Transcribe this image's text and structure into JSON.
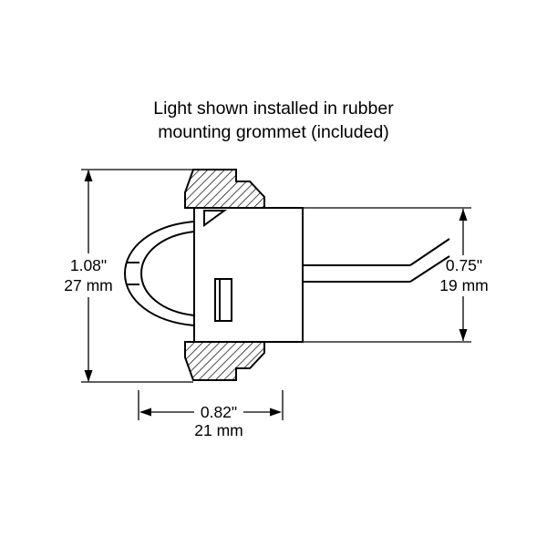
{
  "title": {
    "line1": "Light shown installed in rubber",
    "line2": "mounting grommet (included)"
  },
  "dimensions": {
    "overall_height": {
      "inches": "1.08\"",
      "mm": "27 mm"
    },
    "body_height": {
      "inches": "0.75\"",
      "mm": "19 mm"
    },
    "grommet_width": {
      "inches": "0.82\"",
      "mm": "21 mm"
    }
  },
  "colors": {
    "line": "#000000",
    "background": "#ffffff"
  }
}
